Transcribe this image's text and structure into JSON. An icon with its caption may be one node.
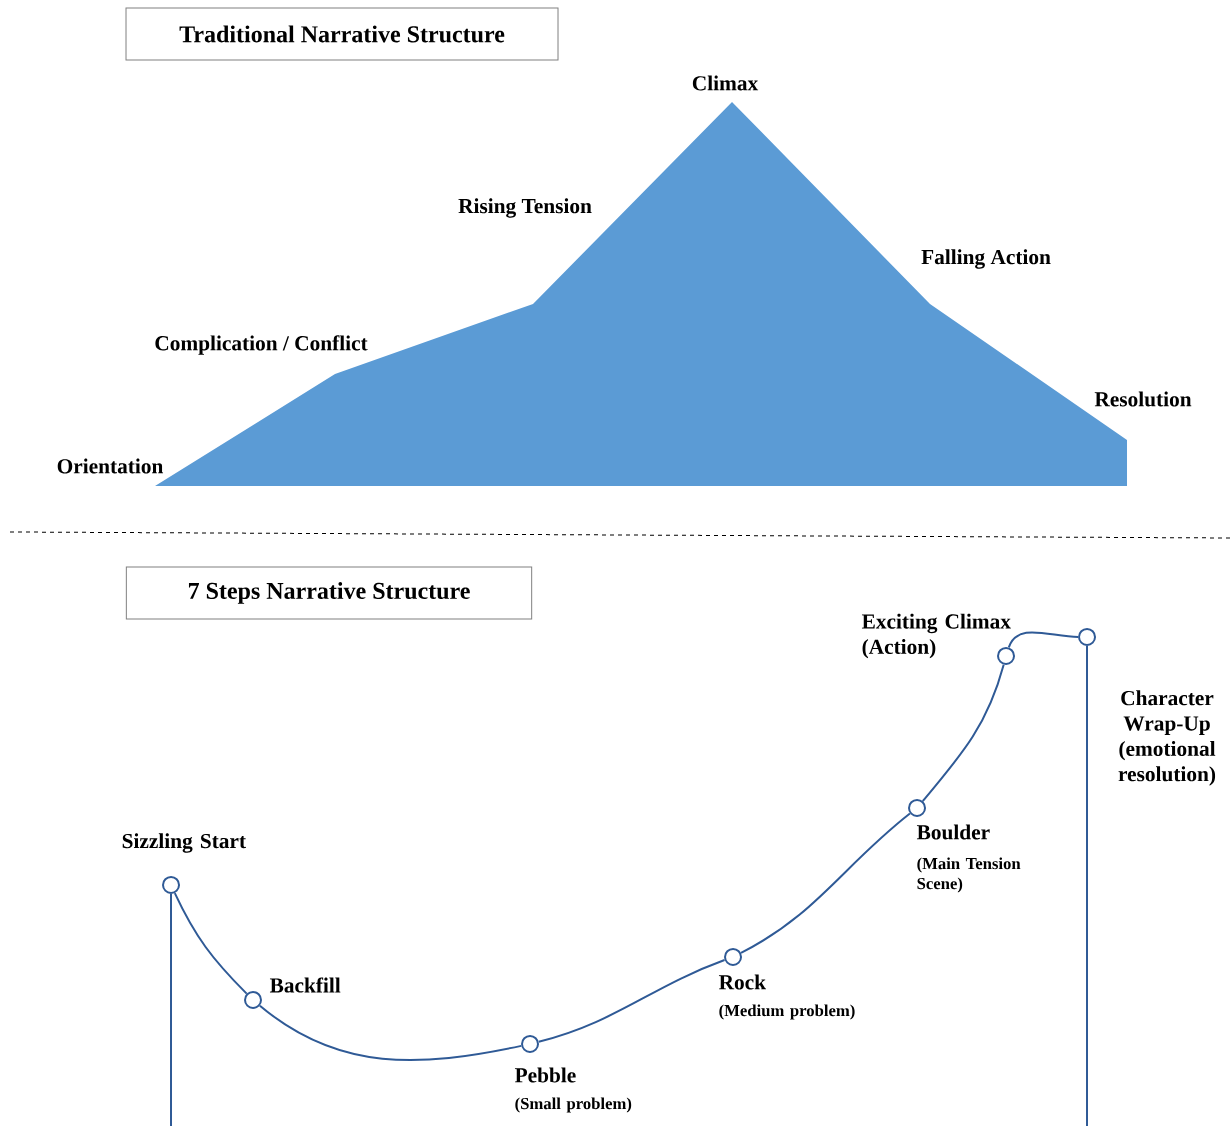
{
  "diagram": {
    "nodes": [
      {
        "text": [
          "Traditional Narrative Structure"
        ]
      },
      {
        "text": [
          "7 Steps Narrative Structure"
        ]
      },
      {
        "text": [],
        "shape": "circle",
        "beside": [
          "Sizzling Start"
        ]
      },
      {
        "text": [],
        "shape": "circle",
        "beside": [
          "Backfill"
        ]
      },
      {
        "text": [],
        "shape": "circle",
        "beside": [
          "Pebble",
          "(Small problem)"
        ]
      },
      {
        "text": [],
        "shape": "circle",
        "beside": [
          "Rock",
          "(Medium problem)"
        ]
      },
      {
        "text": [],
        "shape": "circle",
        "beside": [
          "Boulder",
          "(Main Tension Scene)"
        ]
      },
      {
        "text": [],
        "shape": "circle",
        "beside": [
          "Exciting Climax (Action)"
        ]
      },
      {
        "text": [],
        "shape": "circle",
        "beside": [
          "Character Wrap-Up (emotional resolution)"
        ]
      }
    ],
    "edges": [
      {
        "from": 2,
        "to": 3,
        "arrow": "none"
      },
      {
        "from": 3,
        "to": 4,
        "arrow": "none"
      },
      {
        "from": 4,
        "to": 5,
        "arrow": "none"
      },
      {
        "from": 5,
        "to": 6,
        "arrow": "none"
      },
      {
        "from": 6,
        "to": 7,
        "arrow": "none"
      },
      {
        "from": 7,
        "to": 8,
        "arrow": "none"
      }
    ],
    "labels": [
      "Climax",
      "Rising Tension",
      "Falling Action",
      "Complication / Conflict",
      "Resolution",
      "Orientation"
    ]
  }
}
